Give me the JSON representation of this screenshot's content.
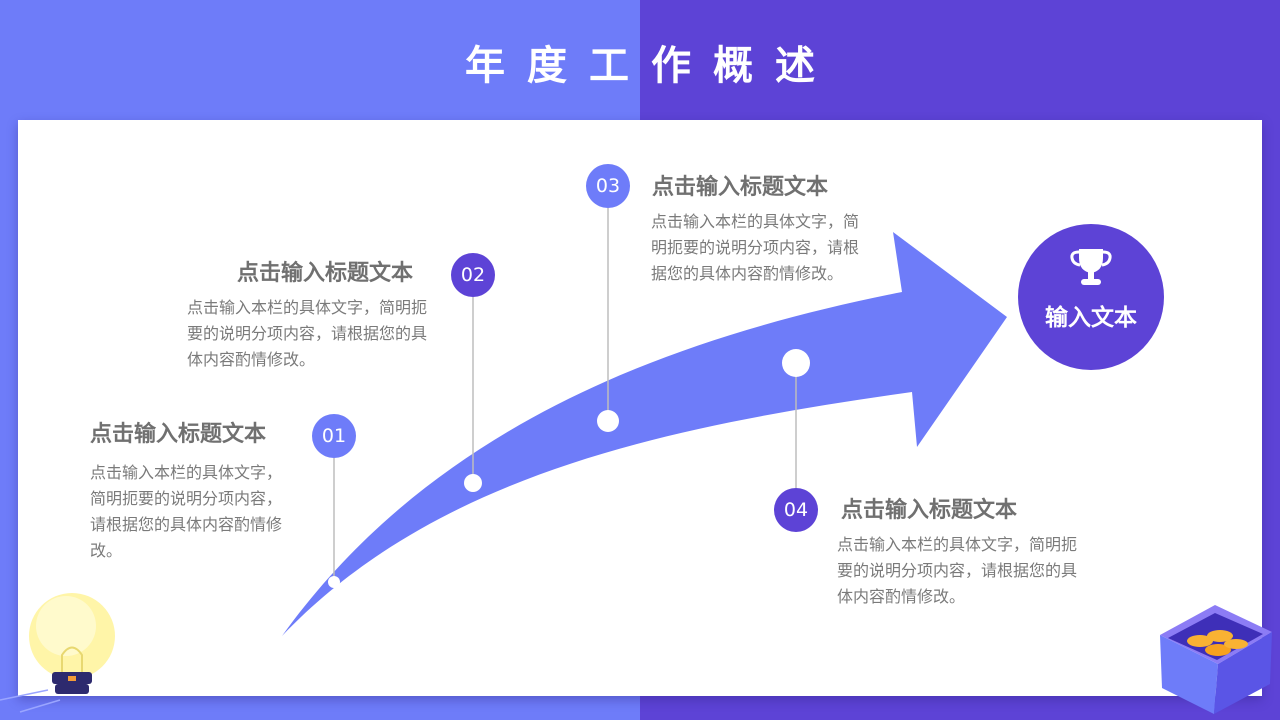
{
  "slide": {
    "title": "年度工作概述",
    "colors": {
      "accent_light": "#6e7cf9",
      "accent_dark": "#5d43d6",
      "text_gray": "#707070"
    }
  },
  "milestones": [
    {
      "number": "01",
      "title": "点击输入标题文本",
      "body": "点击输入本栏的具体文字，简明扼要的说明分项内容，请根据您的具体内容酌情修改。"
    },
    {
      "number": "02",
      "title": "点击输入标题文本",
      "body": "点击输入本栏的具体文字，简明扼要的说明分项内容，请根据您的具体内容酌情修改。"
    },
    {
      "number": "03",
      "title": "点击输入标题文本",
      "body": "点击输入本栏的具体文字，简明扼要的说明分项内容，请根据您的具体内容酌情修改。"
    },
    {
      "number": "04",
      "title": "点击输入标题文本",
      "body": "点击输入本栏的具体文字，简明扼要的说明分项内容，请根据您的具体内容酌情修改。"
    }
  ],
  "goal": {
    "label": "输入文本",
    "icon": "trophy-icon"
  },
  "decorations": {
    "bottom_left": "lightbulb-icon",
    "bottom_right": "coin-box-icon"
  }
}
